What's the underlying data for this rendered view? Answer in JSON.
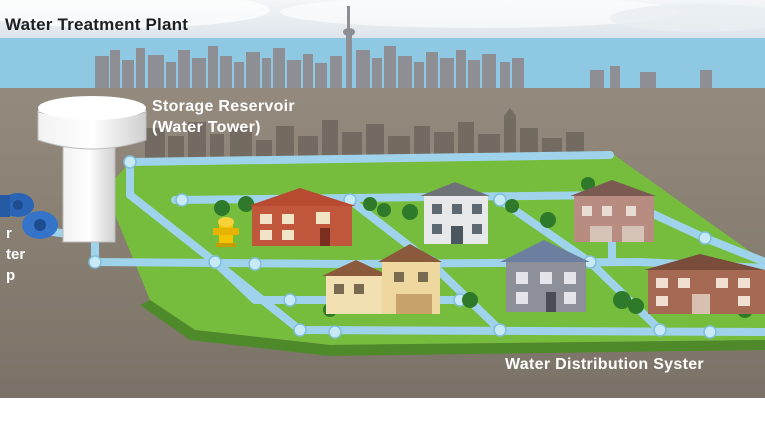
{
  "diagram": {
    "title": "Water Treatment Plant",
    "reservoir_line1": "Storage Reservoir",
    "reservoir_line2": "(Water Tower)",
    "distribution_label": "Water Distribution Syster",
    "pump_label_fragments": [
      "r",
      "ter",
      "p"
    ]
  },
  "colors": {
    "sky_top": "#f3f5f7",
    "water": "#8ec8e3",
    "ground": "#8b8276",
    "grass": "#7cc242",
    "pipe": "#9fd3ec",
    "pump": "#2a64b5",
    "hydrant": "#f5c400"
  },
  "icons": [
    "water-tower-icon",
    "pump-icon",
    "fire-hydrant-icon",
    "house-icon",
    "tree-icon",
    "city-skyline-icon"
  ]
}
